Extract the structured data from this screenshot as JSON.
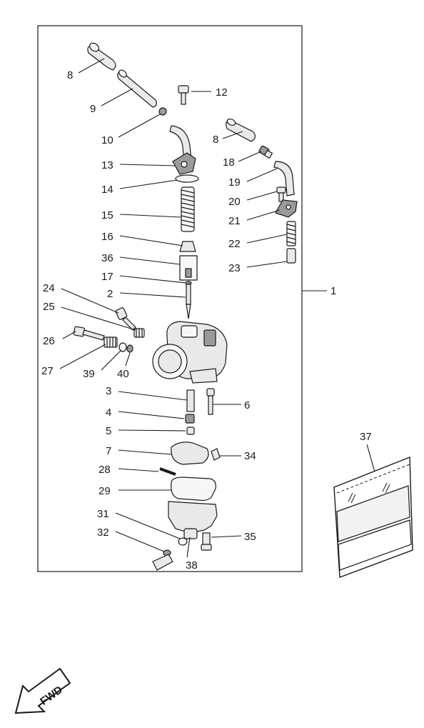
{
  "assembly_label": "1",
  "kit_label": "37",
  "fwd_label": "FWD",
  "callouts": [
    "8",
    "9",
    "10",
    "12",
    "13",
    "14",
    "15",
    "16",
    "36",
    "17",
    "2",
    "24",
    "25",
    "26",
    "27",
    "39",
    "40",
    "3",
    "4",
    "5",
    "7",
    "28",
    "29",
    "31",
    "32",
    "38",
    "35",
    "34",
    "6",
    "8",
    "18",
    "19",
    "20",
    "21",
    "22",
    "23"
  ]
}
